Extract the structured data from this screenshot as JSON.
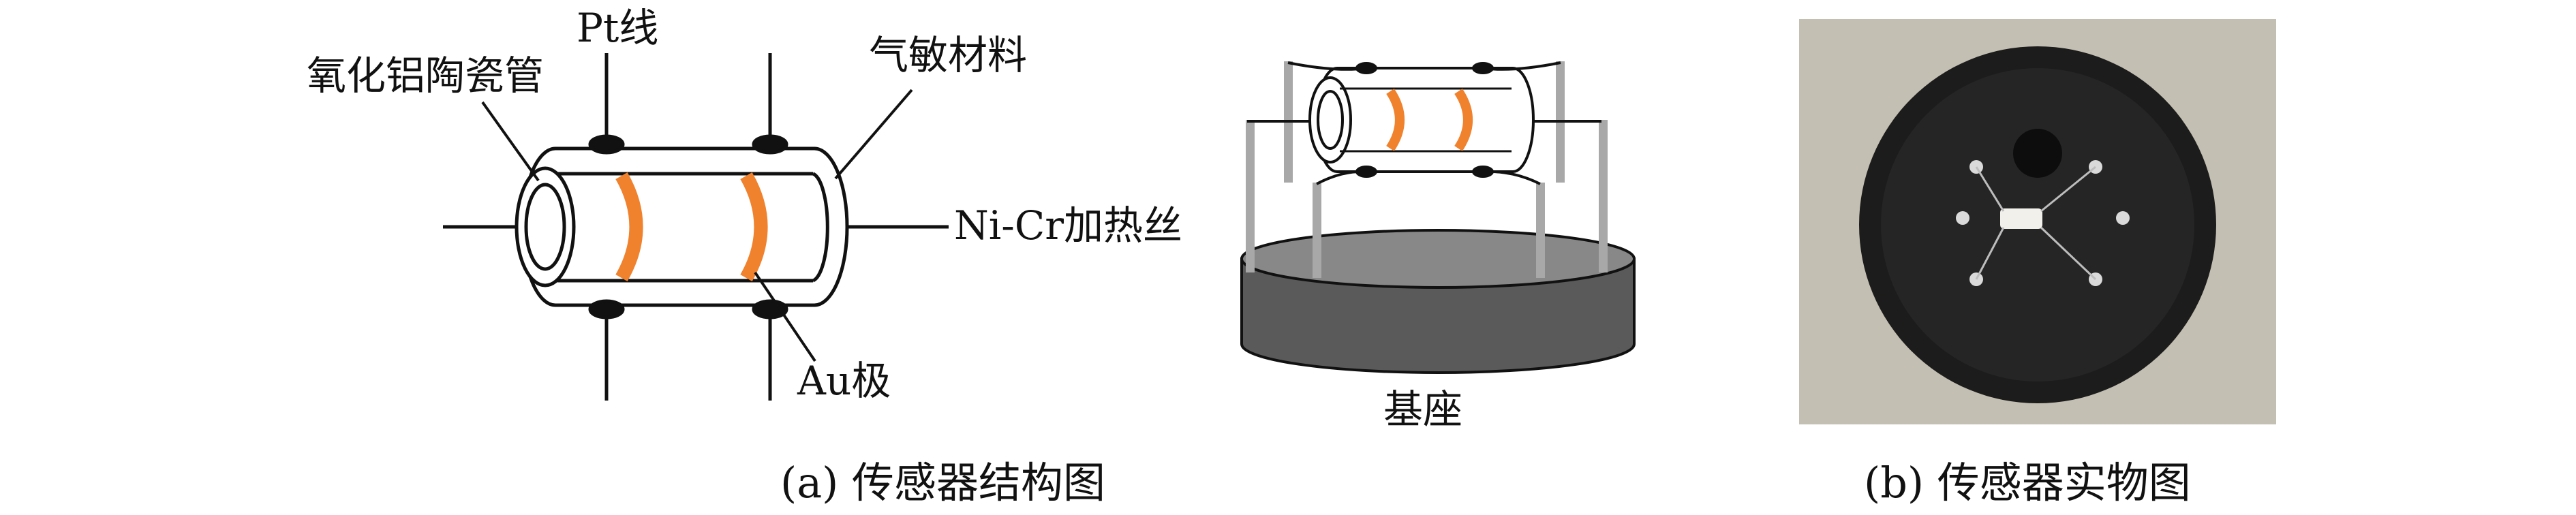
{
  "labels": {
    "pt_wire": "Pt线",
    "alumina_tube": "氧化铝陶瓷管",
    "sensing_material": "气敏材料",
    "heater": "Ni-Cr加热丝",
    "au_electrode": "Au极",
    "base": "基座"
  },
  "captions": {
    "a": "(a) 传感器结构图",
    "b": "(b) 传感器实物图"
  },
  "colors": {
    "electrode": "#f0822e",
    "base_fill": "#5a5a5a",
    "base_top": "#888888",
    "pin": "#a8a8a8",
    "photo_bg": "#c3bfb2",
    "socket": "#1c1c1c",
    "stroke": "#111111"
  }
}
